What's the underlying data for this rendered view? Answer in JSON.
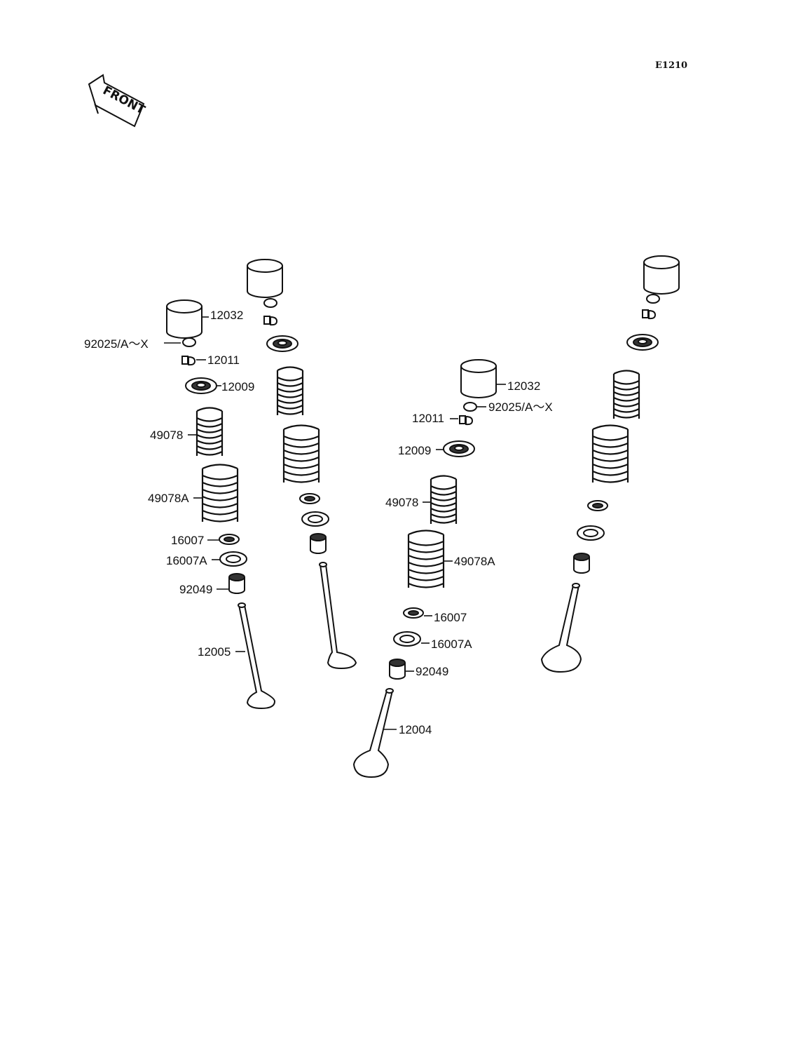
{
  "diagram_code": "E1210",
  "front_label": "FRONT",
  "labels": {
    "l_12032": "12032",
    "l_92025": "92025/A～X",
    "l_12011": "12011",
    "l_12009": "12009",
    "l_49078": "49078",
    "l_49078A": "49078A",
    "l_16007": "16007",
    "l_16007A": "16007A",
    "l_92049": "92049",
    "l_12005": "12005",
    "c_12032": "12032",
    "c_92025": "92025/A～X",
    "c_12011": "12011",
    "c_12009": "12009",
    "c_49078": "49078",
    "c_49078A": "49078A",
    "c_16007": "16007",
    "c_16007A": "16007A",
    "c_92049": "92049",
    "c_12004": "12004"
  }
}
